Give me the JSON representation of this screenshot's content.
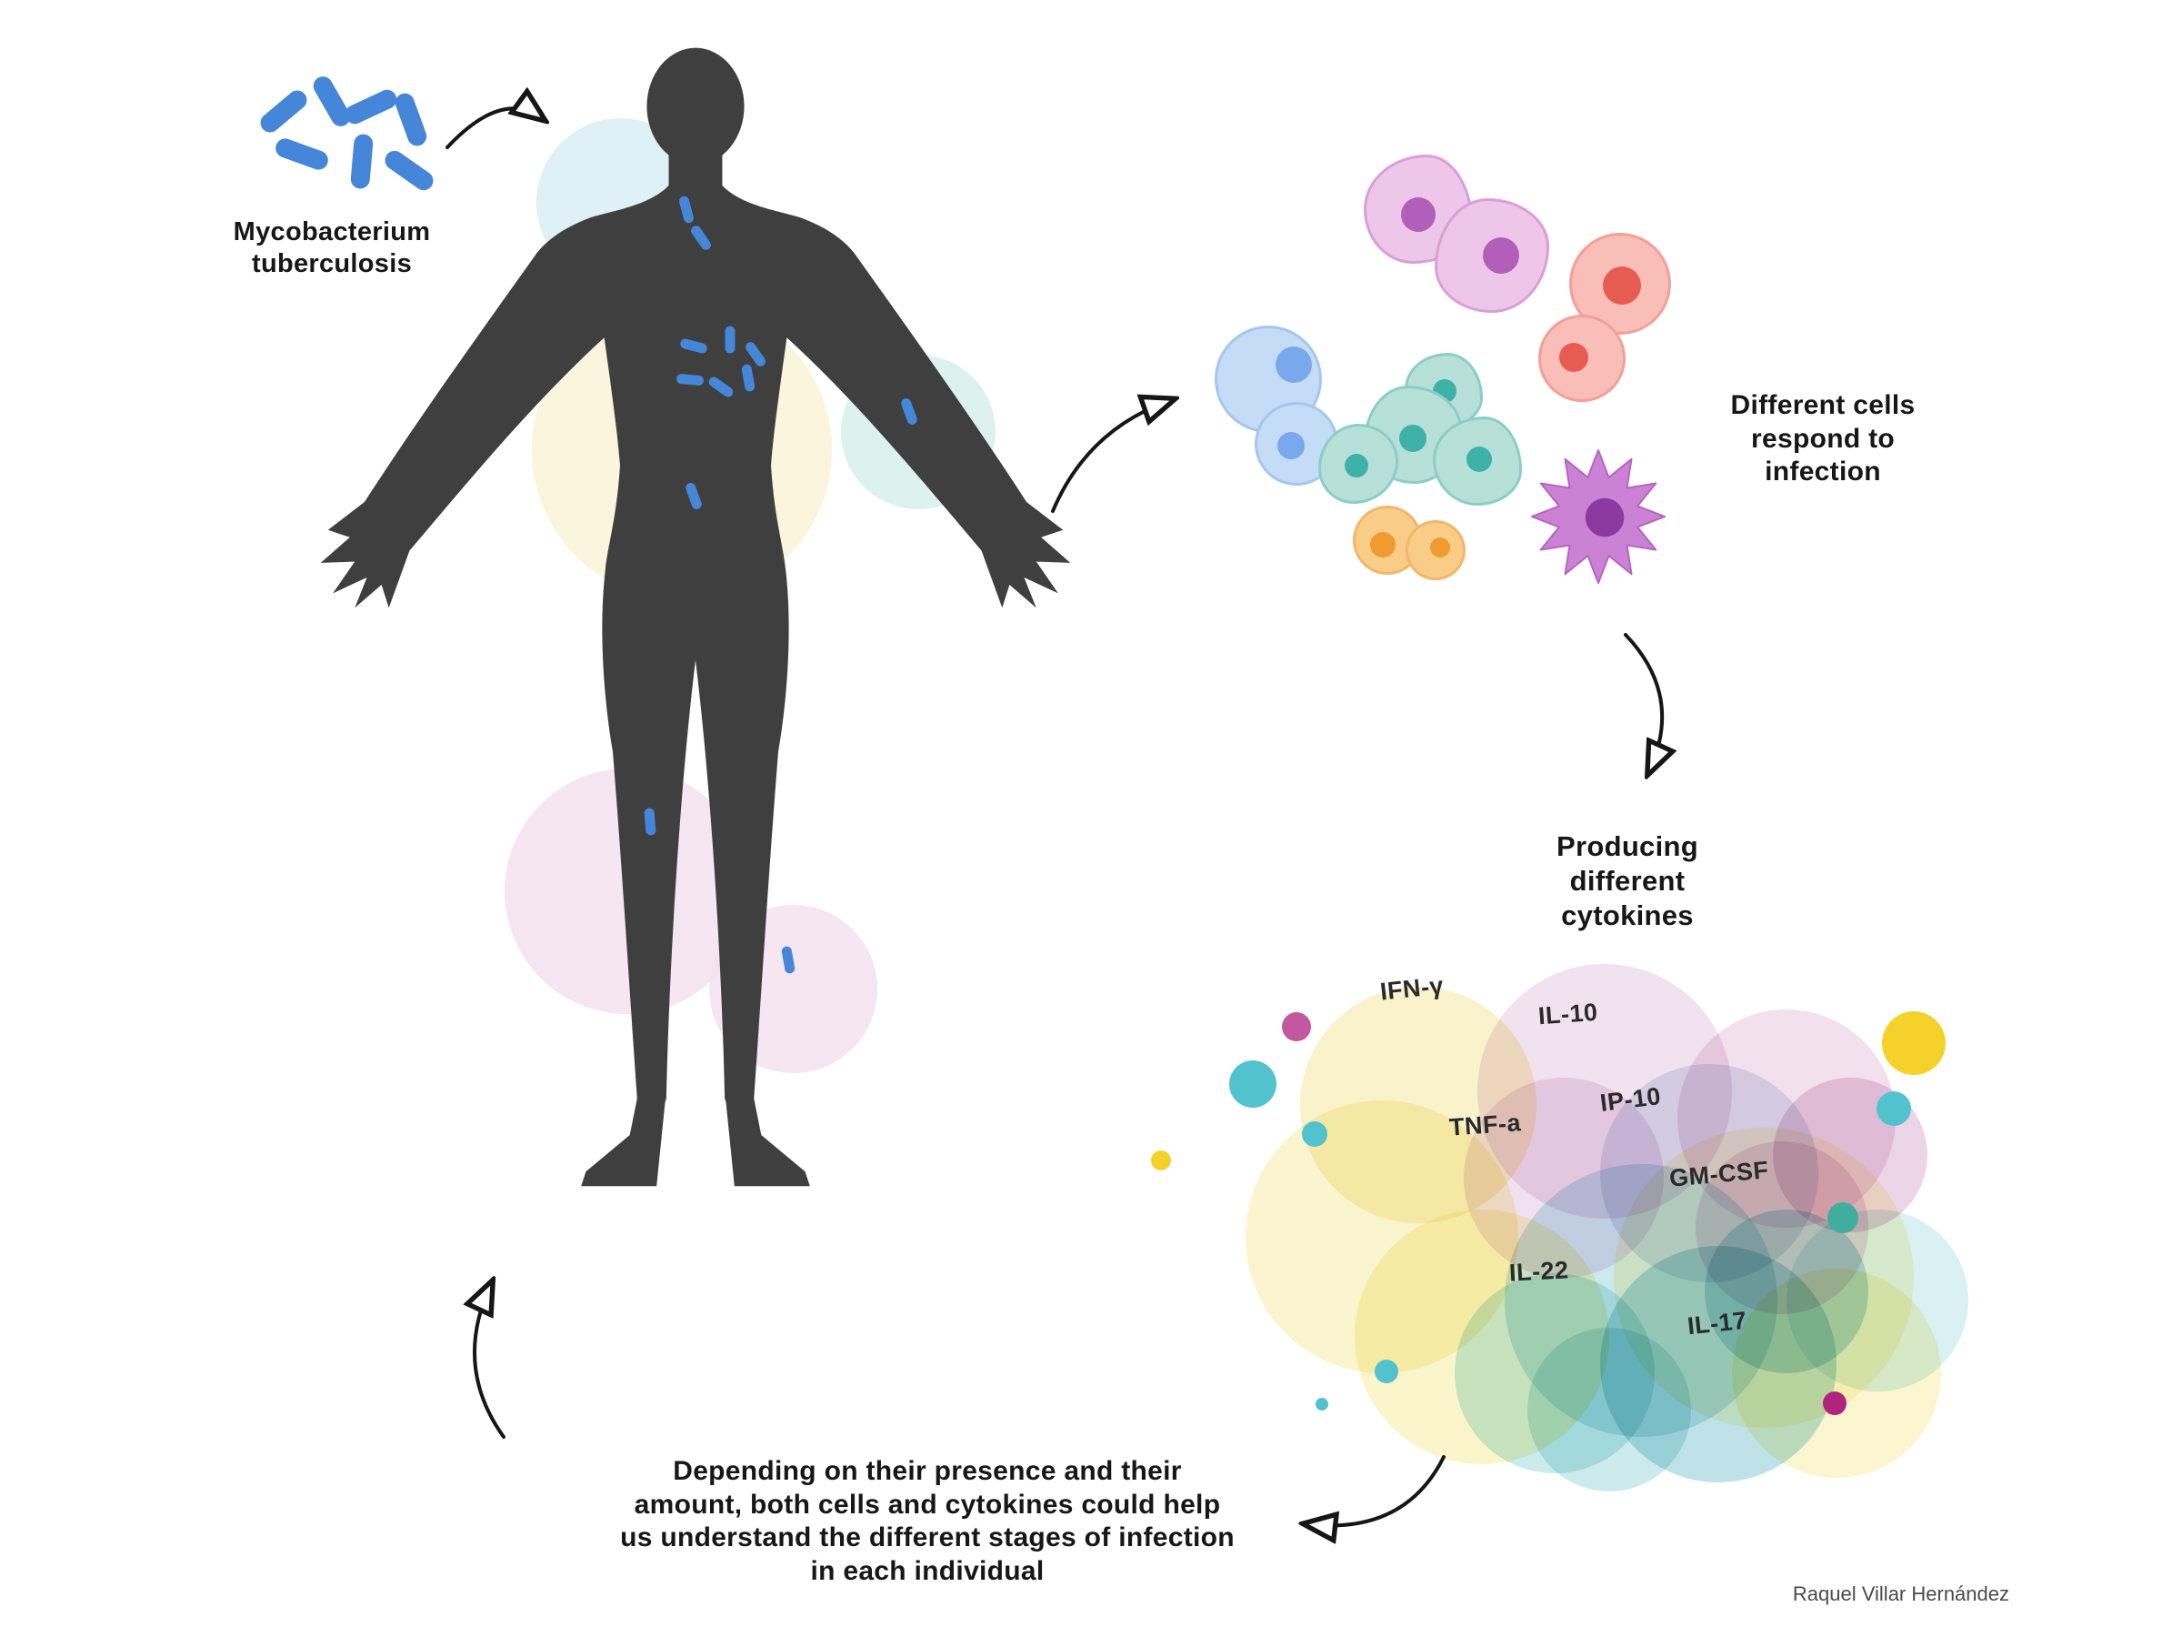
{
  "labels": {
    "bacteria": [
      "Mycobacterium",
      "tuberculosis"
    ],
    "cells_caption": [
      "Different cells",
      "respond to",
      "infection"
    ],
    "cytokines_caption": [
      "Producing",
      "different",
      "cytokines"
    ],
    "bottom_caption": [
      "Depending on their presence and their",
      "amount, both cells and cytokines could help",
      "us understand the different stages of infection",
      "in each individual"
    ],
    "credit": "Raquel Villar Hernández"
  },
  "cytokines": [
    "IFN-γ",
    "IL-10",
    "IP-10",
    "TNF-a",
    "GM-CSF",
    "IL-22",
    "IL-17"
  ],
  "colors": {
    "bacteria_blue": "#4586d8",
    "body_silhouette": "#3f3f3f",
    "pastel_blue": "#d9edf5",
    "pastel_yellow": "#f9f3d3",
    "pastel_teal": "#d7efeb",
    "pastel_pink": "#f3e2ee",
    "cell_purple_fill": "#eec6e9",
    "cell_purple_nucleus": "#b15fb8",
    "cell_red_fill": "#f9beb7",
    "cell_red_nucleus": "#e65c52",
    "cell_blue_fill": "#c5dcf7",
    "cell_blue_nucleus": "#7aa8ec",
    "cell_teal_fill": "#b7e0d9",
    "cell_teal_nucleus": "#3eb2a8",
    "cell_orange_fill": "#f9cc88",
    "cell_orange_nucleus": "#ef9b2f",
    "cell_dendritic_fill": "#cb82d4",
    "cell_dendritic_nucleus": "#8d3aa0",
    "dot_magenta": "#c158a0",
    "dot_teal": "#52c2ce",
    "dot_teal_dark": "#3fae9f",
    "dot_yellow": "#f5d22b",
    "dot_plum": "#b1247e"
  }
}
